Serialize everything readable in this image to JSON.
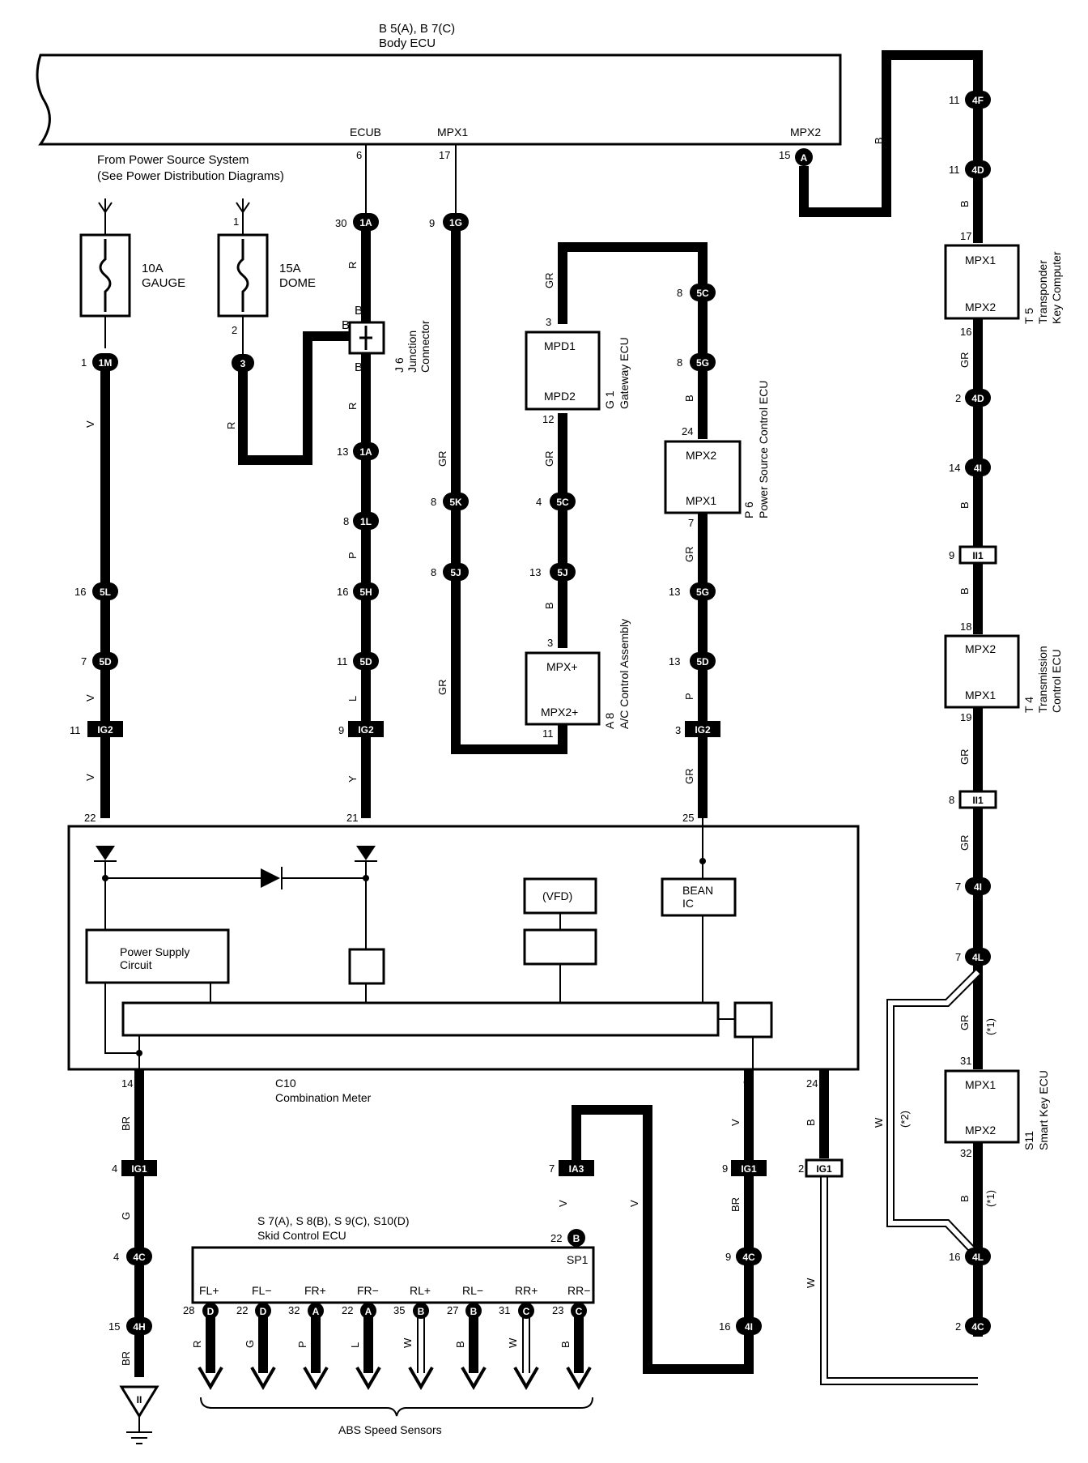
{
  "body_ecu": {
    "id": "B 5(A), B 7(C)",
    "name": "Body ECU",
    "pins": {
      "ecub": "ECUB",
      "mpx1": "MPX1",
      "mpx2": "MPX2"
    }
  },
  "power_source": {
    "line1": "From Power Source System",
    "line2": "(See Power Distribution Diagrams)"
  },
  "fuses": [
    {
      "rating": "10A",
      "name": "GAUGE"
    },
    {
      "rating": "15A",
      "name": "DOME"
    }
  ],
  "junction": {
    "id": "J 6",
    "name1": "Junction",
    "name2": "Connector"
  },
  "gateway": {
    "id": "G 1",
    "name": "Gateway ECU",
    "pin_a": "MPD1",
    "pin_b": "MPD2"
  },
  "power_source_ecu": {
    "id": "P 6",
    "name": "Power Source Control ECU",
    "pin_a": "MPX2",
    "pin_b": "MPX1"
  },
  "ac_control": {
    "id": "A 8",
    "name": "A/C Control Assembly",
    "pin_a": "MPX+",
    "pin_b": "MPX2+"
  },
  "transponder": {
    "id": "T 5",
    "name1": "Transponder",
    "name2": "Key Computer",
    "pin_a": "MPX1",
    "pin_b": "MPX2"
  },
  "transmission": {
    "id": "T 4",
    "name1": "Transmission",
    "name2": "Control ECU",
    "pin_a": "MPX2",
    "pin_b": "MPX1"
  },
  "smart_key": {
    "id": "S11",
    "name": "Smart Key ECU",
    "pin_a": "MPX1",
    "pin_b": "MPX2"
  },
  "combination_meter": {
    "id": "C10",
    "name": "Combination Meter",
    "vfd": "(VFD)",
    "bean1": "BEAN",
    "bean2": "IC",
    "psu1": "Power Supply",
    "psu2": "Circuit"
  },
  "skid_ecu": {
    "id": "S 7(A), S 8(B), S 9(C), S10(D)",
    "name": "Skid Control ECU",
    "sp1": "SP1",
    "terms": [
      "FL+",
      "FL−",
      "FR+",
      "FR−",
      "RL+",
      "RL−",
      "RR+",
      "RR−"
    ]
  },
  "abs_sensors": "ABS Speed Sensors",
  "notes": {
    "n1": "(*1)",
    "n2": "(*2)"
  },
  "connectors": {
    "1M": "1M",
    "5L": "5L",
    "5D": "5D",
    "IG2": "IG2",
    "3": "3",
    "1A": "1A",
    "1L": "1L",
    "5H": "5H",
    "1G": "1G",
    "5K": "5K",
    "5J": "5J",
    "5C": "5C",
    "5G": "5G",
    "4F": "4F",
    "4D": "4D",
    "4I": "4I",
    "II1": "II1",
    "4L": "4L",
    "4C": "4C",
    "A": "A",
    "B": "B",
    "IG1": "IG1",
    "IA3": "IA3",
    "4H": "4H",
    "II": "II",
    "D": "D",
    "C": "C"
  },
  "pins": {
    "p1": "1",
    "p2": "2",
    "p3": "3",
    "p4": "4",
    "p6": "6",
    "p7": "7",
    "p8": "8",
    "p9": "9",
    "p11": "11",
    "p12": "12",
    "p13": "13",
    "p14": "14",
    "p15": "15",
    "p16": "16",
    "p17": "17",
    "p18": "18",
    "p19": "19",
    "p21": "21",
    "p22": "22",
    "p23": "23",
    "p24": "24",
    "p25": "25",
    "p27": "27",
    "p28": "28",
    "p30": "30",
    "p31": "31",
    "p32": "32",
    "p35": "35"
  },
  "wire_colors": {
    "V": "V",
    "R": "R",
    "B": "B",
    "GR": "GR",
    "P": "P",
    "L": "L",
    "Y": "Y",
    "BR": "BR",
    "G": "G",
    "W": "W"
  }
}
